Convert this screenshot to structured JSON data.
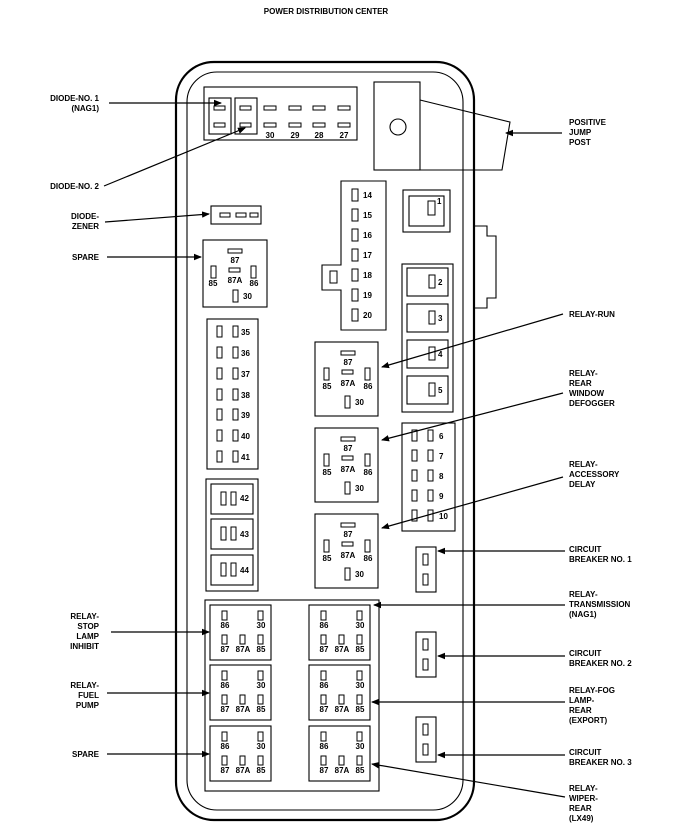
{
  "title": "POWER DISTRIBUTION CENTER",
  "top_fuse_numbers": [
    "30",
    "29",
    "28",
    "27"
  ],
  "mini_fuses_a": [
    "14",
    "15",
    "16",
    "17",
    "18",
    "19",
    "20"
  ],
  "maxi_fuses": [
    "1",
    "2",
    "3",
    "4",
    "5"
  ],
  "mini_fuses_b": [
    "6",
    "7",
    "8",
    "9",
    "10"
  ],
  "mini_fuses_left": [
    "35",
    "36",
    "37",
    "38",
    "39",
    "40",
    "41"
  ],
  "cartridge_fuses": [
    "42",
    "43",
    "44"
  ],
  "relay_pins": {
    "p87": "87",
    "p87a": "87A",
    "p85": "85",
    "p86": "86",
    "p30": "30"
  },
  "labels_left": {
    "diode_1": [
      "DIODE-NO. 1",
      "(NAG1)"
    ],
    "diode_2": [
      "DIODE-NO. 2"
    ],
    "diode_zener": [
      "DIODE-",
      "ZENER"
    ],
    "spare_top": [
      "SPARE"
    ],
    "relay_stop_lamp": [
      "RELAY-",
      "STOP",
      "LAMP",
      "INHIBIT"
    ],
    "relay_fuel_pump": [
      "RELAY-",
      "FUEL",
      "PUMP"
    ],
    "spare_bottom": [
      "SPARE"
    ]
  },
  "labels_right": {
    "positive_jump_post": [
      "POSITIVE",
      "JUMP",
      "POST"
    ],
    "relay_run": [
      "RELAY-RUN"
    ],
    "relay_rear_window": [
      "RELAY-",
      "REAR",
      "WINDOW",
      "DEFOGGER"
    ],
    "relay_accessory": [
      "RELAY-",
      "ACCESSORY",
      "DELAY"
    ],
    "circuit_breaker_1": [
      "CIRCUIT",
      "BREAKER NO. 1"
    ],
    "relay_transmission": [
      "RELAY-",
      "TRANSMISSION",
      "(NAG1)"
    ],
    "circuit_breaker_2": [
      "CIRCUIT",
      "BREAKER NO. 2"
    ],
    "relay_fog_lamp": [
      "RELAY-FOG",
      "LAMP-",
      "REAR",
      "(EXPORT)"
    ],
    "circuit_breaker_3": [
      "CIRCUIT",
      "BREAKER NO. 3"
    ],
    "relay_wiper": [
      "RELAY-",
      "WIPER-",
      "REAR",
      "(LX49)"
    ]
  }
}
